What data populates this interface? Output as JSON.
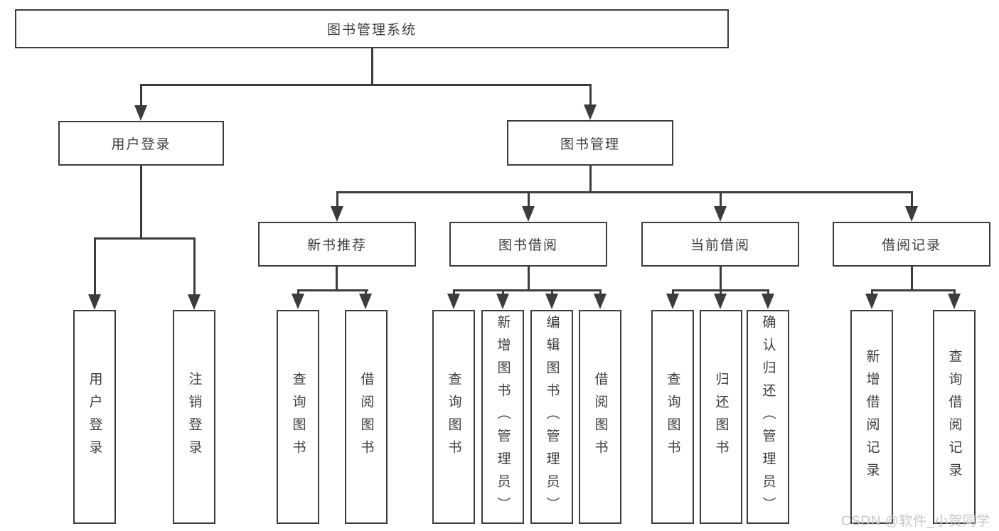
{
  "colors": {
    "line": "#3c3c3c",
    "text": "#3d3d3d",
    "box_bg": "#ffffff",
    "canvas_bg": "#ffffff",
    "watermark": "#c6c6c6"
  },
  "root": {
    "label": "图书管理系统"
  },
  "level2": {
    "user_login": {
      "label": "用户登录"
    },
    "book_mgmt": {
      "label": "图书管理"
    }
  },
  "level3": {
    "new_book_rec": {
      "label": "新书推荐"
    },
    "book_borrowing": {
      "label": "图书借阅"
    },
    "current_borrowing": {
      "label": "当前借阅"
    },
    "borrowing_records": {
      "label": "借阅记录"
    }
  },
  "leaves": {
    "user_login": [
      "用户登录",
      "注销登录"
    ],
    "new_book_rec": [
      "查询图书",
      "借阅图书"
    ],
    "book_borrowing": [
      "查询图书",
      "新增图书（管理员）",
      "编辑图书（管理员）",
      "借阅图书"
    ],
    "current_borrowing": [
      "查询图书",
      "归还图书",
      "确认归还（管理员）"
    ],
    "borrowing_records": [
      "新增借阅记录",
      "查询借阅记录"
    ]
  },
  "watermark": {
    "text": "CSDN @软件_小贺同学"
  }
}
